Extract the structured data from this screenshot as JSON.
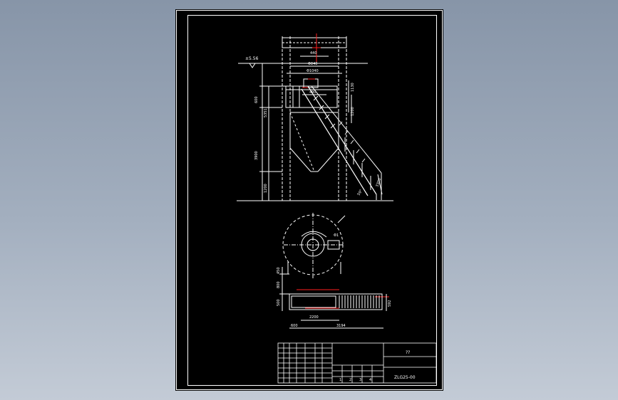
{
  "drawing": {
    "elevation_mark": "±5.56",
    "top_dims": [
      "440",
      "Φ840",
      "Φ1040",
      "490"
    ],
    "left_dims": [
      "600",
      "5351",
      "3900",
      "1200"
    ],
    "right_dims": [
      "1130",
      "1200",
      "3300"
    ],
    "angle_label": "59°",
    "plan_label": "Φ1",
    "plan_dims": {
      "left_450": "450",
      "left_800": "800",
      "left_500": "500",
      "bottom_2200": "2200",
      "bottom_600": "600",
      "bottom_3194": "3194",
      "right_592": "592"
    }
  },
  "title_block": {
    "name": "??",
    "drawing_no": "ZLG25-00",
    "cell_numbers": [
      "1",
      "2",
      "3",
      "4"
    ]
  },
  "colors": {
    "sheet": "#000000",
    "lines": "#ffffff",
    "accent": "#ff2020",
    "background": "#94a1b3"
  }
}
